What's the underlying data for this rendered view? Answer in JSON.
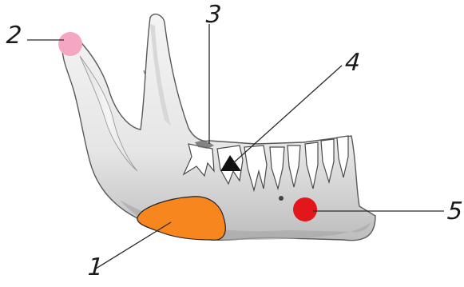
{
  "diagram": {
    "subject": "mandible-lateral-view",
    "callouts": [
      {
        "id": "1",
        "label": "1",
        "marker_color": "#f7861f",
        "marker_shape": "irregular-blob"
      },
      {
        "id": "2",
        "label": "2",
        "marker_color": "#f4a6c2",
        "marker_shape": "circle"
      },
      {
        "id": "3",
        "label": "3",
        "marker_color": "",
        "marker_shape": "none"
      },
      {
        "id": "4",
        "label": "4",
        "marker_color": "#111111",
        "marker_shape": "triangle"
      },
      {
        "id": "5",
        "label": "5",
        "marker_color": "#e3161b",
        "marker_shape": "circle"
      }
    ]
  }
}
